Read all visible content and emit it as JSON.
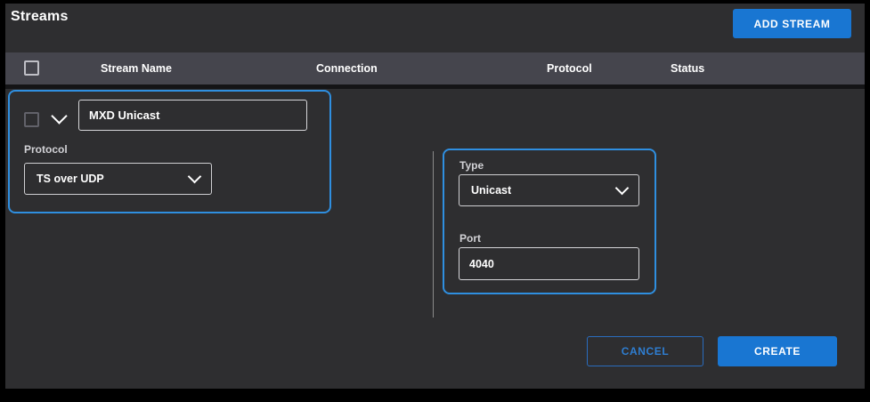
{
  "page": {
    "title": "Streams"
  },
  "toolbar": {
    "add_stream_label": "ADD STREAM"
  },
  "table": {
    "columns": [
      "Stream Name",
      "Connection",
      "Protocol",
      "Status"
    ]
  },
  "stream_editor": {
    "name_value": "MXD Unicast",
    "protocol": {
      "label": "Protocol",
      "value": "TS over UDP"
    },
    "type": {
      "label": "Type",
      "value": "Unicast"
    },
    "port": {
      "label": "Port",
      "value": "4040"
    }
  },
  "actions": {
    "cancel_label": "CANCEL",
    "create_label": "CREATE"
  },
  "colors": {
    "accent_blue": "#1976d2",
    "highlight_border": "#2f8fe0",
    "table_header_bg": "#45454d",
    "panel_bg": "#2e2e30",
    "frame_bg": "#000000"
  },
  "icons": {
    "chevron_down": "css-chevron-down",
    "checkbox": "css-checkbox-square"
  }
}
